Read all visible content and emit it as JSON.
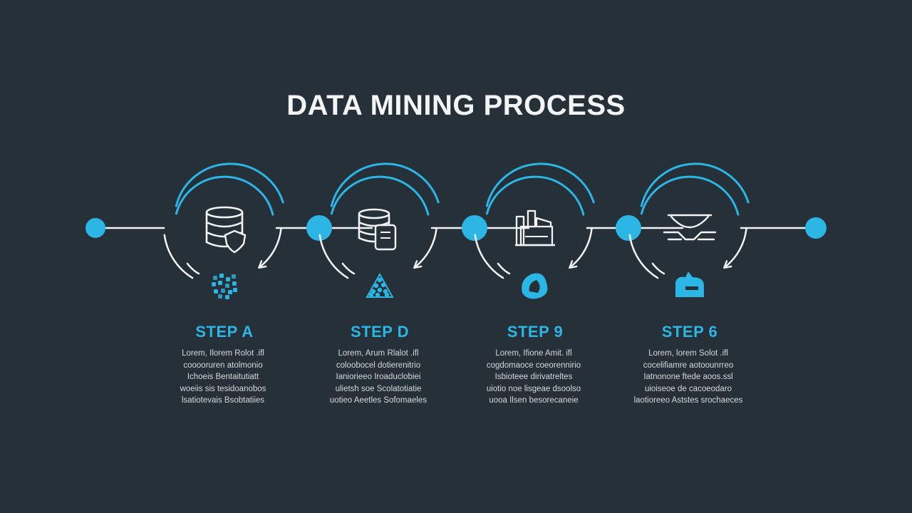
{
  "title": "DATA MINING PROCESS",
  "colors": {
    "background": "#263038",
    "accent": "#2bb6e6",
    "line": "#f2f4f5",
    "text": "#d4d9dc"
  },
  "steps": [
    {
      "label": "STEP A",
      "icon": "database-shield-icon",
      "sub_icon": "data-cluster-icon",
      "lines": [
        "Lorem, Ilorem Rolot .ifl",
        "cooooruren atolmonio",
        "Ichoeis Bentaitutiatt",
        "woeiis sis tesidoanobos",
        "lsatiotevais Bsobtatiies"
      ]
    },
    {
      "label": "STEP D",
      "icon": "database-document-icon",
      "sub_icon": "scatter-data-icon",
      "lines": [
        "Lorem, Arum Rlalot .ifl",
        "coloobocel dotierenitrio",
        "Ianiorieeo Iroaduclobiei",
        "ulietsh soe Scolatotiatie",
        "uotieo Aeetles Sofomaeles"
      ]
    },
    {
      "label": "STEP 9",
      "icon": "factory-icon",
      "sub_icon": "blob-icon",
      "lines": [
        "Lorem, Ifione Amit. ifl",
        "cogdomaoce coeorennirio",
        "Isbioteee dirivatreltes",
        "uiotio noe lisgeae dsoolso",
        "uooa Ilsen besorecaneie"
      ]
    },
    {
      "label": "STEP 6",
      "icon": "network-dish-icon",
      "sub_icon": "refine-icon",
      "lines": [
        "Lorem, lorem Solot .ifl",
        "cocelifiamre aotoounrreo",
        "Iatnonone ftede aoos.ssl",
        "uioiseoe de cacoeodaro",
        "laotioreeo Aststes srochaeces"
      ]
    }
  ]
}
